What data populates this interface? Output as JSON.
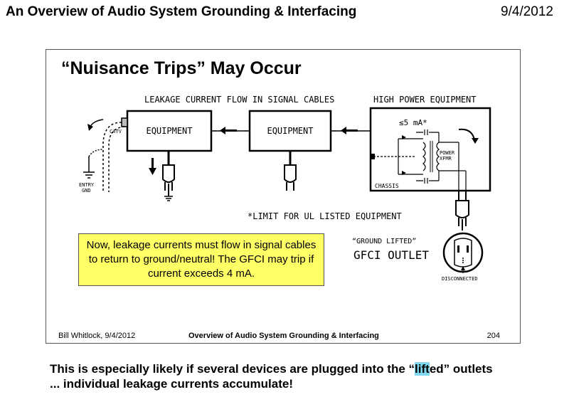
{
  "header": {
    "title": "An Overview of Audio System Grounding & Interfacing",
    "date": "9/4/2012"
  },
  "slide": {
    "title": "“Nuisance Trips” May Occur",
    "diagram": {
      "leakage_label": "LEAKAGE CURRENT FLOW IN SIGNAL CABLES",
      "high_power_label": "HIGH POWER EQUIPMENT",
      "equipment_1": "EQUIPMENT",
      "equipment_2": "EQUIPMENT",
      "catv_label": "CATV",
      "entry_gnd_line1": "ENTRY",
      "entry_gnd_line2": "GND",
      "leakage_limit": "≤5 mA*",
      "power_xfmr_line1": "POWER",
      "power_xfmr_line2": "XFMR",
      "chassis_label": "CHASSIS",
      "ul_note": "*LIMIT FOR UL LISTED EQUIPMENT",
      "ground_lifted_label": "“GROUND LIFTED”",
      "gfci_label": "GFCI OUTLET",
      "disconnected_label": "DISCONNECTED"
    },
    "callout": "Now, leakage currents must flow in signal cables to return to ground/neutral! The GFCI may trip if current exceeds 4 mA.",
    "footer": {
      "author": "Bill Whitlock, 9/4/2012",
      "title": "Overview of Audio System Grounding & Interfacing",
      "page": "204"
    }
  },
  "bottom_text": {
    "line1_before": "This is especially likely if several devices are plugged into the “",
    "line1_highlight": "lift",
    "line1_after": "ed” outlets",
    "line2": "... individual leakage currents accumulate!"
  }
}
